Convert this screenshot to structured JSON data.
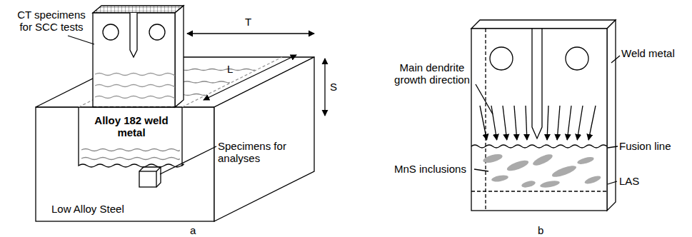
{
  "diagram": {
    "labels": [
      "CT specimens for SCC tests",
      "T",
      "L",
      "S",
      "Alloy 182 weld metal",
      "Specimens for analyses",
      "Low Alloy Steel",
      "a",
      "Main dendrite growth direction",
      "Weld metal",
      "Fusion line",
      "MnS inclusions",
      "LAS",
      "b"
    ]
  }
}
